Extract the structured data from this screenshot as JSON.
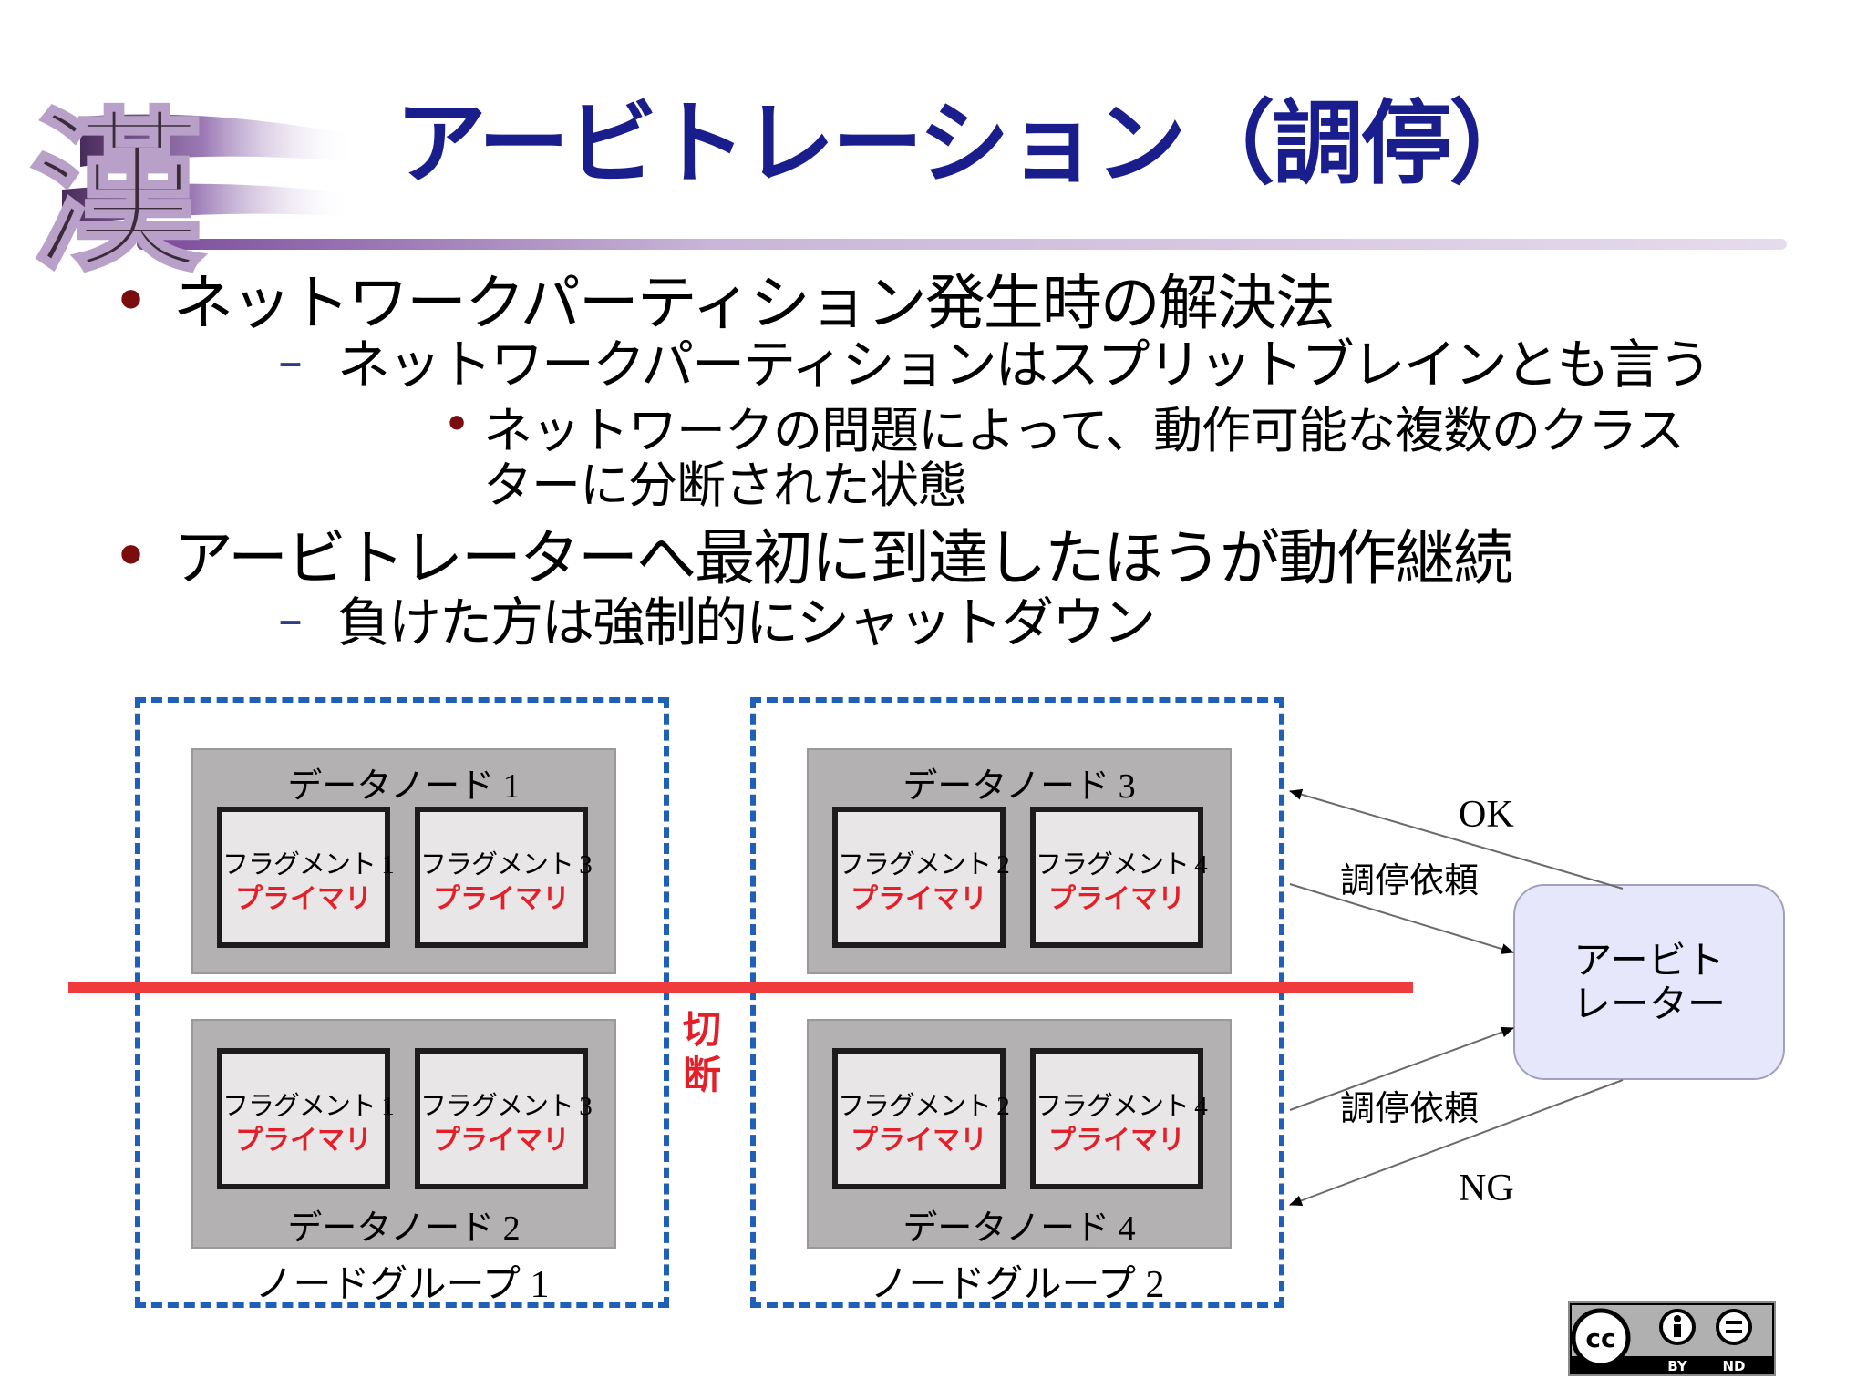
{
  "header": {
    "logo_char": "漢",
    "title": "アービトレーション（調停）"
  },
  "bullets": {
    "b1": "ネットワークパーティション発生時の解決法",
    "b1_sub": "ネットワークパーティションはスプリットブレインとも言う",
    "b1_sub_sub_line1": "ネットワークの問題によって、動作可能な複数のクラス",
    "b1_sub_sub_line2": "ターに分断された状態",
    "b2": "アービトレーターへ最初に到達したほうが動作継続",
    "b2_sub": "負けた方は強制的にシャットダウン",
    "dot": "•",
    "dash": "–"
  },
  "diagram": {
    "group1_label": "ノードグループ 1",
    "group2_label": "ノードグループ 2",
    "node1": "データノード 1",
    "node2": "データノード 2",
    "node3": "データノード 3",
    "node4": "データノード 4",
    "frag1": "フラグメント 1",
    "frag2": "フラグメント 2",
    "frag3": "フラグメント 3",
    "frag4": "フラグメント 4",
    "primary": "プライマリ",
    "cut_label": "切断",
    "arbiter_label": "アービト\nレーター",
    "ok_label": "OK",
    "request_label_upper": "調停依頼",
    "request_label_lower": "調停依頼",
    "ng_label": "NG",
    "cut_line_color": "#ef3b3b",
    "group_border_color": "#1f5fb8",
    "primary_color": "#e3202a"
  },
  "license": {
    "cc": "cc",
    "by": "BY",
    "nd": "ND"
  }
}
